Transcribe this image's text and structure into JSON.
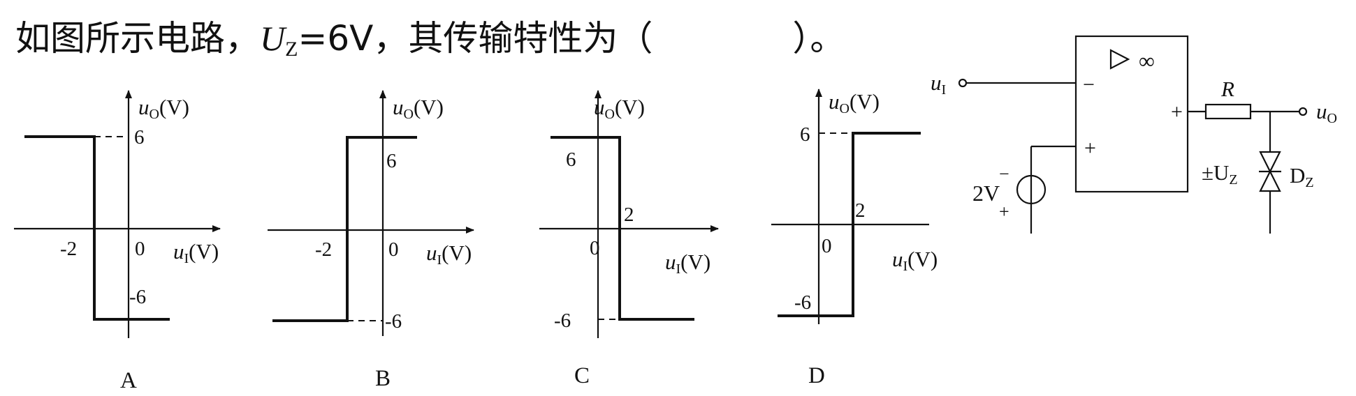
{
  "question": {
    "prefix": "如图所示电路，",
    "var": "U",
    "var_sub": "Z",
    "suffix": "=6V，其传输特性为（　　　　）。"
  },
  "axis_labels": {
    "u": "u",
    "out_sub": "O",
    "in_sub": "I",
    "unit": "(V)"
  },
  "graphs": [
    {
      "option": "A",
      "ticks": [
        "6",
        "-6",
        "-2",
        "0"
      ]
    },
    {
      "option": "B",
      "ticks": [
        "6",
        "-6",
        "-2",
        "0"
      ]
    },
    {
      "option": "C",
      "ticks": [
        "6",
        "-6",
        "2",
        "0"
      ]
    },
    {
      "option": "D",
      "ticks": [
        "6",
        "-6",
        "2",
        "0"
      ]
    }
  ],
  "circuit": {
    "input_label": "u",
    "input_sub": "I",
    "opamp_symbol": "▷ ∞",
    "minus": "−",
    "plus": "+",
    "resistor": "R",
    "zener_label_pm": "±U",
    "zener_label_sub": "Z",
    "diode": "D",
    "diode_sub": "Z",
    "source": "2V",
    "src_minus": "−",
    "src_plus": "+",
    "output_label": "u",
    "output_sub": "O"
  }
}
